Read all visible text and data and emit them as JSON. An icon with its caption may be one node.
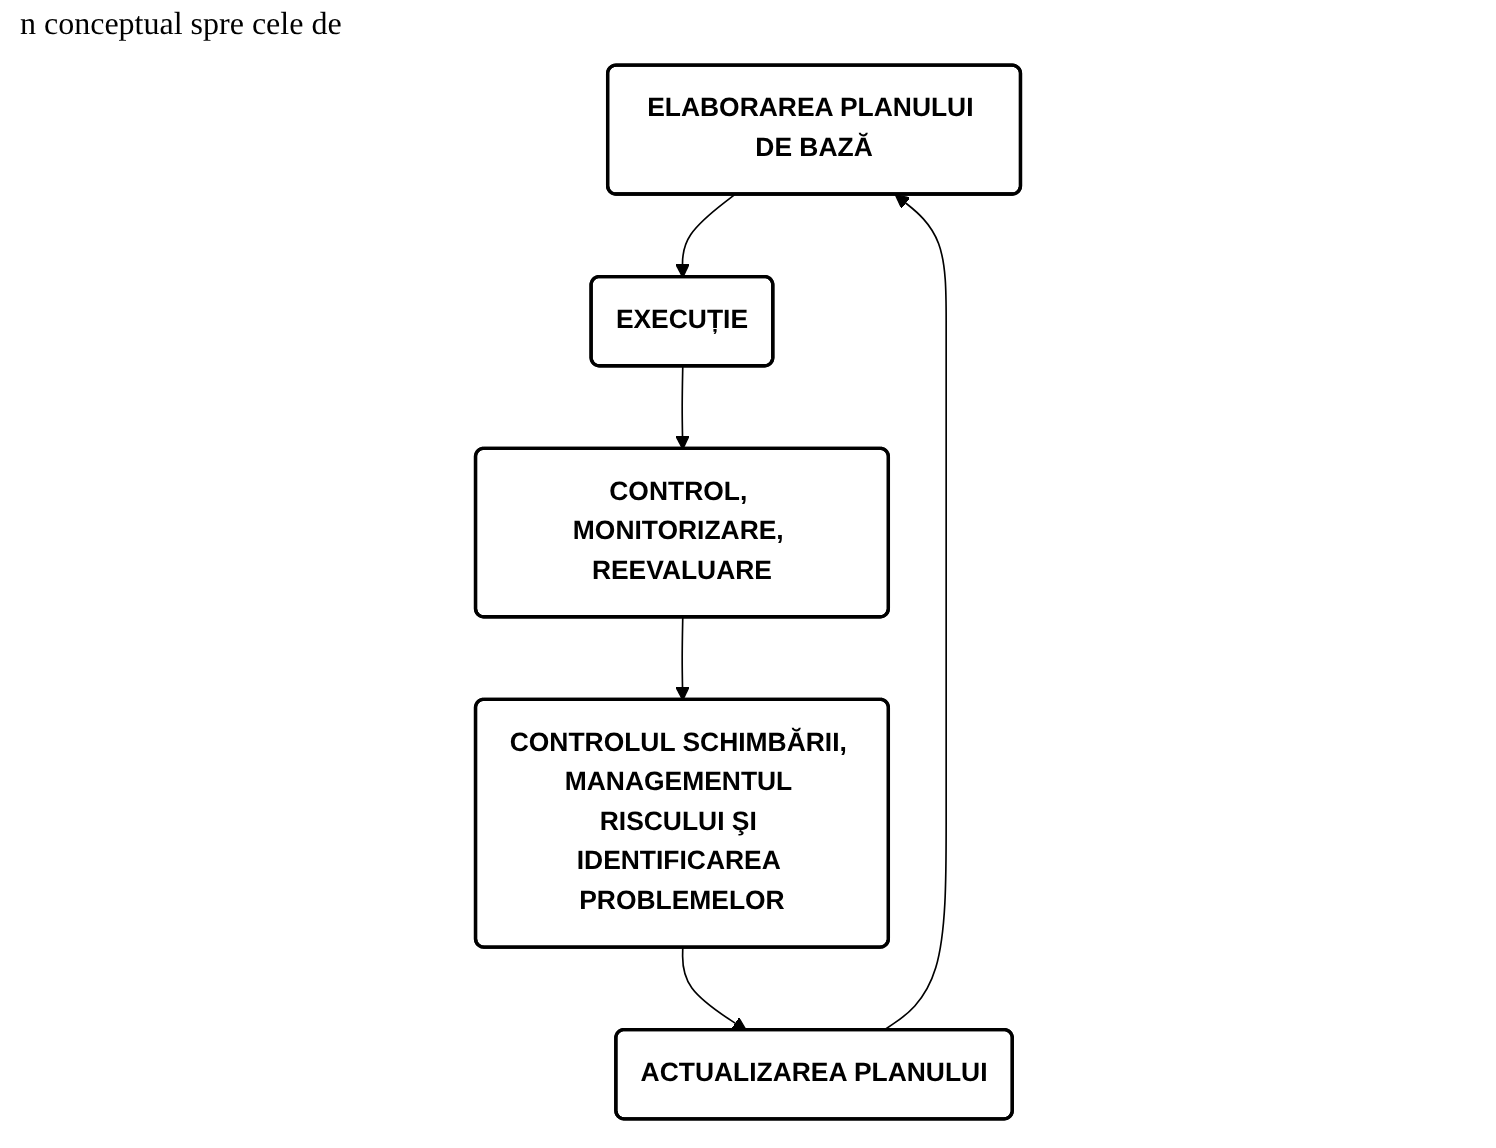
{
  "diagram": {
    "nodes": [
      {
        "text": [
          "ELABORAREA PLANULUI DE BAZĂ"
        ]
      },
      {
        "text": [
          "EXECUȚIE"
        ]
      },
      {
        "text": [
          "CONTROL, MONITORIZARE, REEVALUARE"
        ]
      },
      {
        "text": [
          "CONTROLUL SCHIMBĂRII, MANAGEMENTUL RISCULUI ŞI IDENTIFICAREA PROBLEMELOR"
        ]
      },
      {
        "text": [
          "ACTUALIZAREA PLANULUI"
        ]
      }
    ],
    "edges": [
      {
        "from": 0,
        "to": 1,
        "arrow": "to"
      },
      {
        "from": 1,
        "to": 2,
        "arrow": "to"
      },
      {
        "from": 2,
        "to": 3,
        "arrow": "to"
      },
      {
        "from": 3,
        "to": 4,
        "arrow": "to"
      },
      {
        "from": 4,
        "to": 0,
        "arrow": "to"
      }
    ],
    "labels": [
      "n conceptual spre cele de"
    ]
  }
}
